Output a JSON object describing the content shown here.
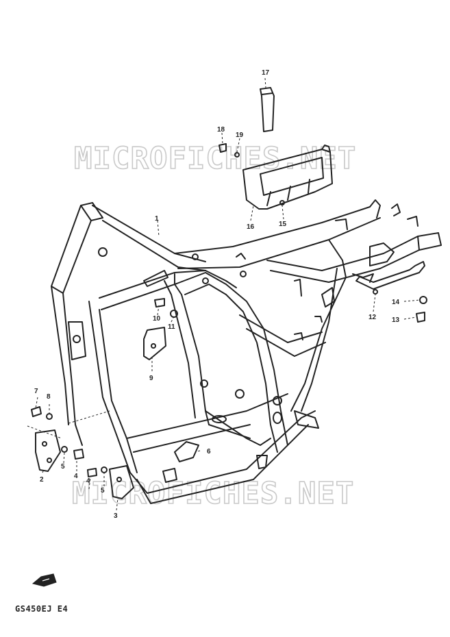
{
  "watermark": "MICROFICHES.NET",
  "model_code": "GS450EJ E4",
  "part_callouts": [
    "1",
    "2",
    "3",
    "4",
    "5",
    "5",
    "6",
    "7",
    "8",
    "9",
    "10",
    "11",
    "12",
    "13",
    "14",
    "15",
    "16",
    "17",
    "18",
    "19"
  ],
  "colors": {
    "ink": "#222222",
    "watermark": "#c9c9c9",
    "background": "#ffffff"
  },
  "icons": {
    "orientation_arrow": "front-arrow-icon"
  }
}
